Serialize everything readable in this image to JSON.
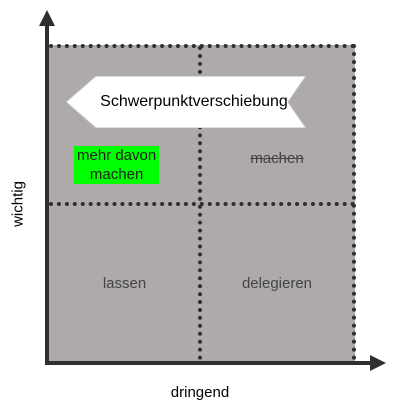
{
  "axes": {
    "x_label": "dringend",
    "y_label": "wichtig"
  },
  "banner": {
    "text": "Schwerpunktverschiebung"
  },
  "quadrants": {
    "top_left": {
      "line1": "mehr davon",
      "line2": "machen",
      "highlight_color": "#00ff00"
    },
    "top_right": {
      "text": "machen",
      "strikethrough": true
    },
    "bottom_left": {
      "text": "lassen"
    },
    "bottom_right": {
      "text": "delegieren"
    }
  },
  "colors": {
    "background_fill": "#aeaaaa",
    "axis": "#2f2f2f",
    "banner_fill": "#ffffff"
  }
}
